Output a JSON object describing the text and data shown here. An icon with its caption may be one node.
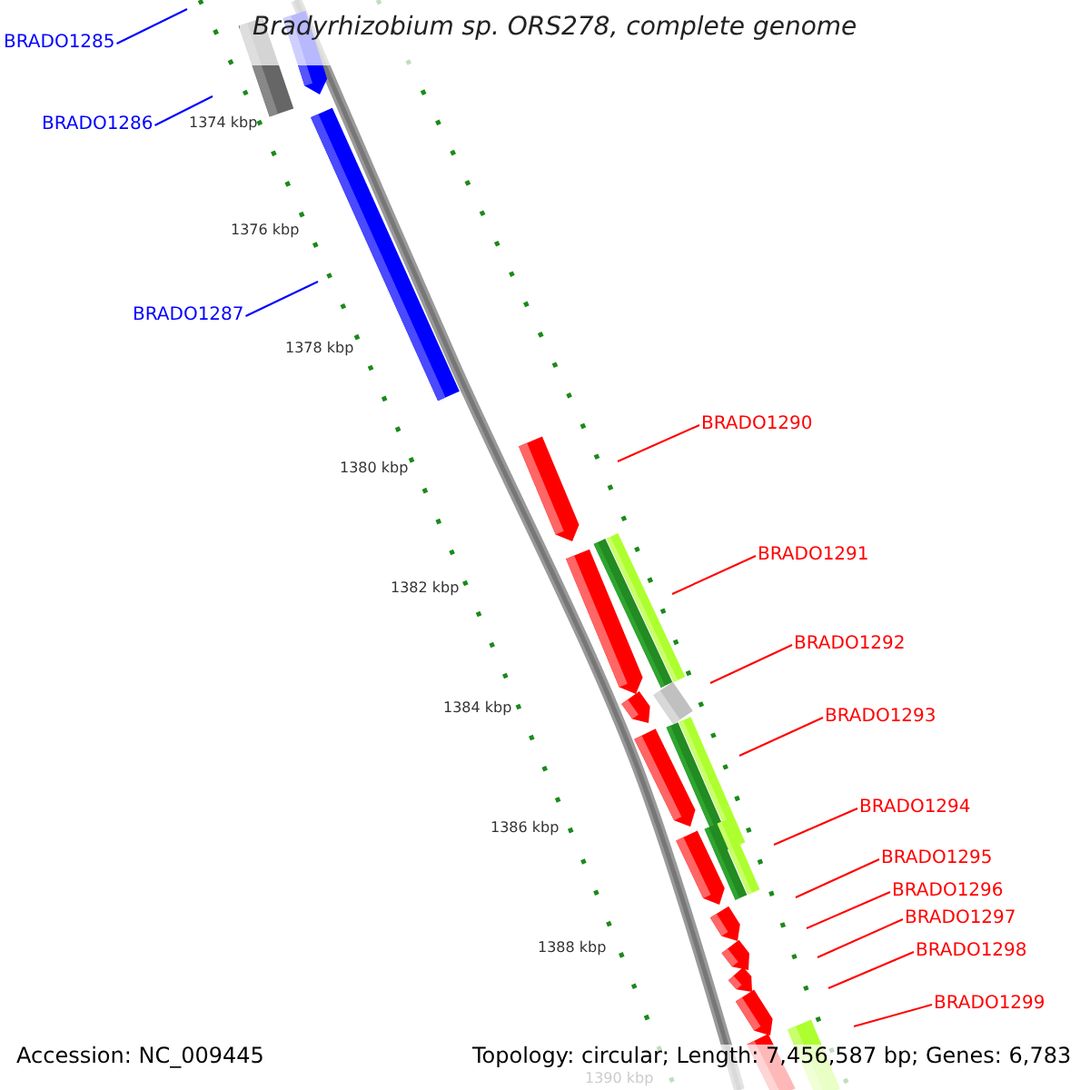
{
  "diagram": {
    "title": "Bradyrhizobium sp. ORS278, complete genome",
    "nodes": [
      {
        "text": [
          "BRADO1285"
        ]
      },
      {
        "text": [
          "BRADO1286"
        ]
      },
      {
        "text": [
          "BRADO1287"
        ]
      },
      {
        "text": [
          "BRADO1290"
        ]
      },
      {
        "text": [
          "BRADO1291"
        ]
      },
      {
        "text": [
          "BRADO1292"
        ]
      },
      {
        "text": [
          "BRADO1293"
        ]
      },
      {
        "text": [
          "BRADO1294"
        ]
      },
      {
        "text": [
          "BRADO1295"
        ]
      },
      {
        "text": [
          "BRADO1296"
        ]
      },
      {
        "text": [
          "BRADO1297"
        ]
      },
      {
        "text": [
          "BRADO1298"
        ]
      },
      {
        "text": [
          "BRADO1299"
        ]
      }
    ],
    "edges": [
      {
        "from": 0,
        "to": null,
        "arrow": "none",
        "color": "#0000ff"
      },
      {
        "from": 1,
        "to": null,
        "arrow": "none",
        "color": "#0000ff"
      },
      {
        "from": 2,
        "to": null,
        "arrow": "none",
        "color": "#0000ff"
      },
      {
        "from": 3,
        "to": null,
        "arrow": "none"
      },
      {
        "from": 4,
        "to": null,
        "arrow": "none"
      },
      {
        "from": 5,
        "to": null,
        "arrow": "none"
      },
      {
        "from": 6,
        "to": null,
        "arrow": "none"
      },
      {
        "from": 7,
        "to": null,
        "arrow": "none"
      },
      {
        "from": 8,
        "to": null,
        "arrow": "none"
      },
      {
        "from": 9,
        "to": null,
        "arrow": "none"
      },
      {
        "from": 10,
        "to": null,
        "arrow": "none"
      },
      {
        "from": 11,
        "to": null,
        "arrow": "none"
      },
      {
        "from": 12,
        "to": null,
        "arrow": "none"
      }
    ],
    "labels": [
      "1374 kbp",
      "1376 kbp",
      "1378 kbp",
      "1380 kbp",
      "1382 kbp",
      "1384 kbp",
      "1386 kbp",
      "1388 kbp",
      "1390 kbp",
      "Accession: NC_009445",
      "Topology: circular; Length: 7,456,587 bp; Genes: 6,783"
    ]
  }
}
